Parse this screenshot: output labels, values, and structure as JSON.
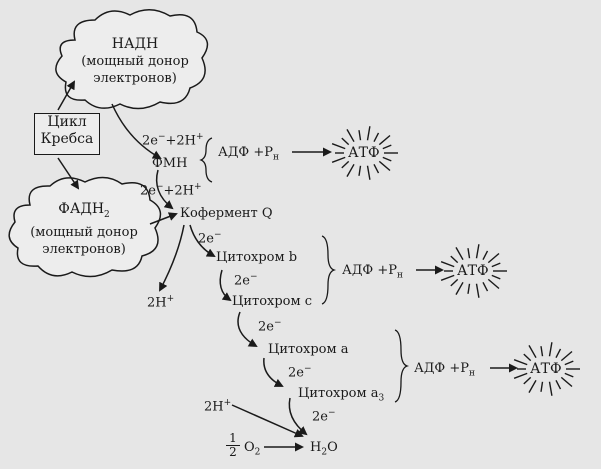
{
  "nadh": {
    "line1": "НАДН",
    "line2": "(мощный донор",
    "line3": "электронов)"
  },
  "fadh": {
    "line1": "ФАДН",
    "sub": "2",
    "line2": "(мощный донор",
    "line3": "электронов)"
  },
  "krebs": {
    "line1": "Цикл",
    "line2": "Кребса"
  },
  "chain": {
    "e1": "2e",
    "plus1": "+2H",
    "fmn": "ФМН",
    "e2": "2e",
    "plus2": "+2H",
    "coq": "Кофермент Q",
    "e3": "2e",
    "h_out": "2H",
    "cyt_b": "Цитохром b",
    "e4": "2e",
    "cyt_c": "Цитохром c",
    "e5": "2e",
    "cyt_a": "Цитохром a",
    "e6": "2e",
    "cyt_a3": "Цитохром a",
    "a3_sub": "3",
    "e7": "2e",
    "h_in": "2H",
    "half_num": "1",
    "half_den": "2",
    "o2": "O",
    "o2_sub": "2",
    "h2o_h": "H",
    "h2o_sub": "2",
    "h2o_o": "O"
  },
  "phos": {
    "adp": "АДФ +Р",
    "p_sub": "н",
    "atp": "АТФ"
  }
}
